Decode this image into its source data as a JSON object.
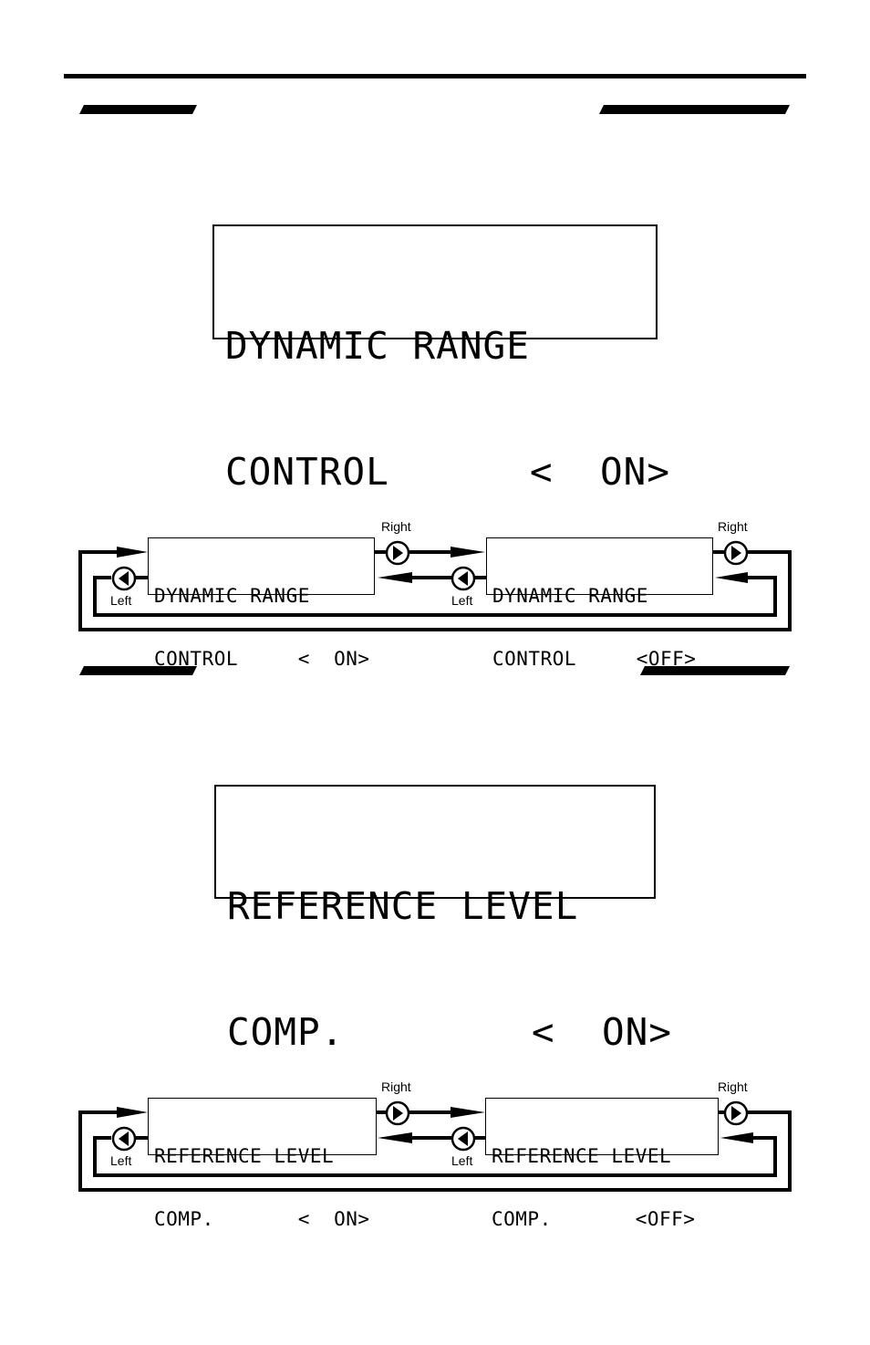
{
  "section1": {
    "display_large": {
      "line1": "DYNAMIC RANGE",
      "line2": "CONTROL      <  ON>"
    },
    "cycle": {
      "state_on": {
        "line1": "DYNAMIC RANGE",
        "line2": "CONTROL     <  ON>"
      },
      "state_off": {
        "line1": "DYNAMIC RANGE",
        "line2": "CONTROL     <OFF>"
      },
      "right_label": "Right",
      "left_label": "Left"
    }
  },
  "section2": {
    "display_large": {
      "line1": "REFERENCE LEVEL",
      "line2": "COMP.        <  ON>"
    },
    "cycle": {
      "state_on": {
        "line1": "REFERENCE LEVEL",
        "line2": "COMP.       <  ON>"
      },
      "state_off": {
        "line1": "REFERENCE LEVEL",
        "line2": "COMP.       <OFF>"
      },
      "right_label": "Right",
      "left_label": "Left"
    }
  },
  "icons": {
    "right_button": "right-arrow-button-icon",
    "left_button": "left-arrow-button-icon"
  }
}
